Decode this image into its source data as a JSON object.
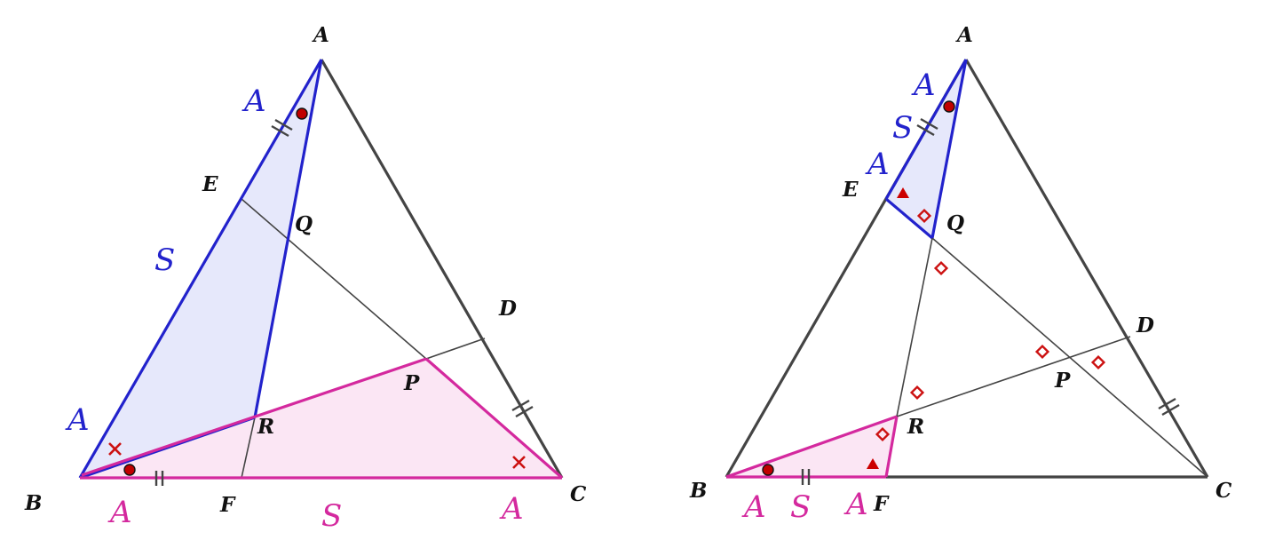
{
  "colors": {
    "blue": "#2222cc",
    "pink": "#d4299e",
    "blue_fill": "#e6e8fb",
    "pink_fill": "#fbe6f4",
    "mark_red": "#cc1111"
  },
  "left_figure": {
    "point_labels": {
      "A": "A",
      "B": "B",
      "C": "C",
      "D": "D",
      "E": "E",
      "F": "F",
      "P": "P",
      "Q": "Q",
      "R": "R"
    },
    "blue_side_labels": [
      "A",
      "S",
      "A"
    ],
    "pink_side_labels": [
      "A",
      "S",
      "A"
    ]
  },
  "right_figure": {
    "point_labels": {
      "A": "A",
      "B": "B",
      "C": "C",
      "D": "D",
      "E": "E",
      "F": "F",
      "P": "P",
      "Q": "Q",
      "R": "R"
    },
    "blue_side_labels": [
      "A",
      "S",
      "A"
    ],
    "pink_side_labels": [
      "A",
      "S",
      "A"
    ]
  }
}
